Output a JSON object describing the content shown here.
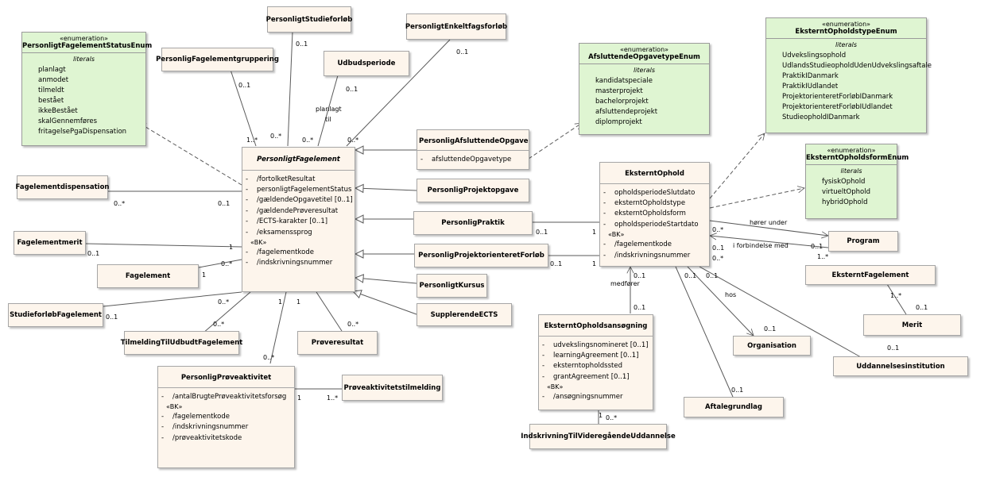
{
  "enums": {
    "status": {
      "stereotype": "«enumeration»",
      "name": "PersonligtFagelementStatusEnum",
      "literals_title": "literals",
      "literals": [
        "planlagt",
        "anmodet",
        "tilmeldt",
        "bestået",
        "ikkeBestået",
        "skalGennemføres",
        "fritagelsePgaDispensation"
      ]
    },
    "afsluttende": {
      "stereotype": "«enumeration»",
      "name": "AfsluttendeOpgavetypeEnum",
      "literals_title": "literals",
      "literals": [
        "kandidatspeciale",
        "masterprojekt",
        "bachelorprojekt",
        "afsluttendeprojekt",
        "diplomprojekt"
      ]
    },
    "opholdstype": {
      "stereotype": "«enumeration»",
      "name": "EksterntOpholdstypeEnum",
      "literals_title": "literals",
      "literals": [
        "Udvekslingsophold",
        "UdlandsStudieopholdUdenUdvekslingsaftale",
        "PraktikIDanmark",
        "PraktikIUdlandet",
        "ProjektorienteretForløbIDanmark",
        "ProjektorienteretForløbIUdlandet",
        "StudieopholdIDanmark"
      ]
    },
    "opholdsform": {
      "stereotype": "«enumeration»",
      "name": "EksterntOpholdsformEnum",
      "literals_title": "literals",
      "literals": [
        "fysiskOphold",
        "virtueltOphold",
        "hybridOphold"
      ]
    }
  },
  "classes": {
    "personligtFagelement": {
      "name": "PersonligtFagelement",
      "attrs": [
        "/fortolketResultat",
        "personligtFagelementStatus",
        "/gældendeOpgavetitel [0..1]",
        "/gældendePrøveresultat",
        "/ECTS-karakter [0..1]",
        "/eksamenssprog"
      ],
      "bk_label": "«BK»",
      "bk": [
        "/fagelementkode",
        "/indskrivningsnummer"
      ]
    },
    "afsluttendeOpgave": {
      "name": "PersonligAfsluttendeOpgave",
      "attrs": [
        "afsluttendeOpgavetype"
      ]
    },
    "eksterntOphold": {
      "name": "EksterntOphold",
      "attrs": [
        "opholdsperiodeSlutdato",
        "eksterntOpholdstype",
        "eksterntOpholdsform",
        "opholdsperiodeStartdato"
      ],
      "bk_label": "«BK»",
      "bk": [
        "/fagelementkode",
        "/indskrivningsnummer"
      ]
    },
    "ansogning": {
      "name": "EksterntOpholdsansøgning",
      "attrs": [
        "udvekslingsnomineret [0..1]",
        "learningAgreement [0..1]",
        "eksterntopholdssted",
        "grantAgreement [0..1]"
      ],
      "bk_label": "«BK»",
      "bk": [
        "/ansøgningsnummer"
      ]
    },
    "proveaktivitet": {
      "name": "PersonligPrøveaktivitet",
      "attrs": [
        "/antalBrugtePrøveaktivitetsforsøg"
      ],
      "bk_label": "«BK»",
      "bk": [
        "/fagelementkode",
        "/indskrivningsnummer",
        "/prøveaktivitetskode"
      ]
    }
  },
  "simple": {
    "studieforlob": "PersonligtStudieforløb",
    "enkeltfag": "PersonligtEnkeltfagsforløb",
    "gruppering": "PersonligFagelementgruppering",
    "udbudsperiode": "Udbudsperiode",
    "dispensation": "Fagelementdispensation",
    "merit": "Fagelementmerit",
    "fagelement": "Fagelement",
    "studieforlobFag": "StudieforløbFagelement",
    "tilmelding": "TilmeldingTilUdbudtFagelement",
    "proveresultat": "Prøveresultat",
    "projektopgave": "PersonligProjektopgave",
    "praktik": "PersonligPraktik",
    "projektforlob": "PersonligProjektorienteretForløb",
    "kursus": "PersonligtKursus",
    "supplerende": "SupplerendeECTS",
    "program": "Program",
    "eksterntFagelement": "EksterntFagelement",
    "meritRight": "Merit",
    "organisation": "Organisation",
    "uddannelses": "Uddannelsesinstitution",
    "aftalegrundlag": "Aftalegrundlag",
    "indskrivning": "IndskrivningTilVideregåendeUddannelse",
    "provetilmelding": "Prøveaktivitetstilmelding"
  },
  "labels": {
    "m_studie": "0..1",
    "m_studie2": "0..*",
    "m_enkelt": "0..1",
    "m_enkelt2": "0..*",
    "m_grupp": "0..1",
    "m_grupp2": "1..*",
    "m_udbud": "0..1",
    "m_udbud2": "0..*",
    "planlagt": "planlagt",
    "til": "til",
    "m_disp": "0..*",
    "m_disp2": "0..1",
    "m_merit": "0..1",
    "m_merit2": "1",
    "m_fag": "1",
    "m_fag2": "0..*",
    "m_sfag": "0..1",
    "m_sfag2": "0..*",
    "m_tilm": "0..*",
    "m_prov": "0..*",
    "m_pa1": "1",
    "m_pa2": "1",
    "m_pa3": "0..*",
    "m_prak1": "0..1",
    "m_prak2": "1",
    "m_proj1": "0..1",
    "m_proj2": "1",
    "horer": "hører under",
    "forbindelse": "i forbindelse med",
    "m_prog1": "0..*",
    "m_prog2": "0..1",
    "m_prog3": "0..1",
    "m_prog4": "1..*",
    "m_ef1": "0..*",
    "m_med1": "0..1",
    "medforer": "medfører",
    "m_med2": "0..1",
    "m_org1": "0..1",
    "m_org2": "0..1",
    "hos": "hos",
    "m_org3": "0..1",
    "m_udd": "0..1",
    "m_aft": "0..1",
    "m_ef2": "1..*",
    "m_ef3": "0..1",
    "m_ind1": "1",
    "m_ind2": "0..*",
    "m_pt1": "1",
    "m_pt2": "1..*"
  }
}
